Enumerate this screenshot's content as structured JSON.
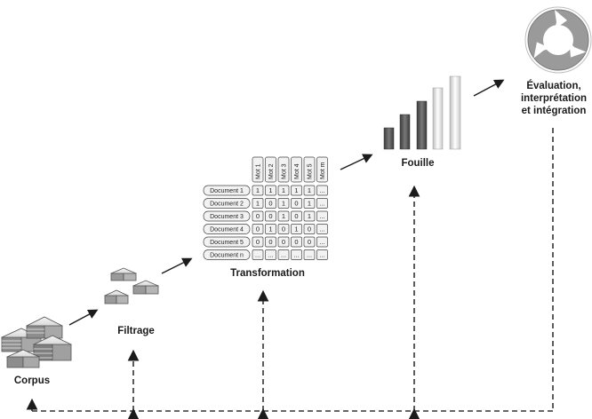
{
  "stages": {
    "corpus": "Corpus",
    "filtrage": "Filtrage",
    "transformation": "Transformation",
    "fouille": "Fouille",
    "evaluation": "Évaluation, interprétation et intégration"
  },
  "matrix": {
    "columns": [
      "Mot 1",
      "Mot 2",
      "Mot 3",
      "Mot 4",
      "Mot 5",
      "Mot m"
    ],
    "rows": [
      {
        "label": "Document 1",
        "values": [
          "1",
          "1",
          "1",
          "1",
          "1",
          "..."
        ]
      },
      {
        "label": "Document 2",
        "values": [
          "1",
          "0",
          "1",
          "0",
          "1",
          "..."
        ]
      },
      {
        "label": "Document 3",
        "values": [
          "0",
          "0",
          "1",
          "0",
          "1",
          "..."
        ]
      },
      {
        "label": "Document 4",
        "values": [
          "0",
          "1",
          "0",
          "1",
          "0",
          "..."
        ]
      },
      {
        "label": "Document 5",
        "values": [
          "0",
          "0",
          "0",
          "0",
          "0",
          "..."
        ]
      },
      {
        "label": "Document n",
        "values": [
          "...",
          "...",
          "...",
          "...",
          "...",
          "..."
        ]
      }
    ]
  },
  "icons": {
    "corpus": "document-stack-icon",
    "filtrage": "filtered-documents-icon",
    "fouille": "bar-chart-icon",
    "evaluation": "cycle-arrows-icon"
  },
  "colors": {
    "ink": "#1b1b1b",
    "dark_gray": "#4a4a4a",
    "light_gray": "#d9d9d9",
    "cycle_gray": "#9a9a9a"
  }
}
